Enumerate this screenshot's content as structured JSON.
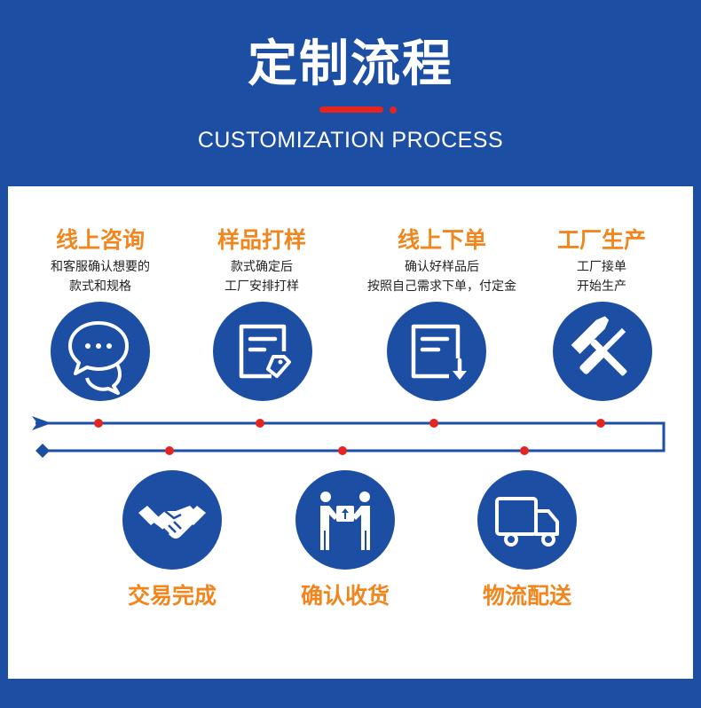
{
  "header": {
    "title": "定制流程",
    "subtitle": "CUSTOMIZATION PROCESS"
  },
  "colors": {
    "brand_blue": "#1c4ea3",
    "accent_orange": "#f0861d",
    "dot_red": "#e42521"
  },
  "top_steps": [
    {
      "title": "线上咨询",
      "desc1": "和客服确认想要的",
      "desc2": "款式和规格",
      "icon": "chat-bubbles-icon"
    },
    {
      "title": "样品打样",
      "desc1": "款式确定后",
      "desc2": "工厂安排打样",
      "icon": "document-tag-icon"
    },
    {
      "title": "线上下单",
      "desc1": "确认好样品后",
      "desc2": "按照自己需求下单，付定金",
      "icon": "document-download-icon"
    },
    {
      "title": "工厂生产",
      "desc1": "工厂接单",
      "desc2": "开始生产",
      "icon": "hammer-screwdriver-icon"
    }
  ],
  "bottom_steps": [
    {
      "title": "交易完成",
      "icon": "handshake-icon"
    },
    {
      "title": "确认收货",
      "icon": "package-handoff-icon"
    },
    {
      "title": "物流配送",
      "icon": "delivery-truck-icon"
    }
  ]
}
